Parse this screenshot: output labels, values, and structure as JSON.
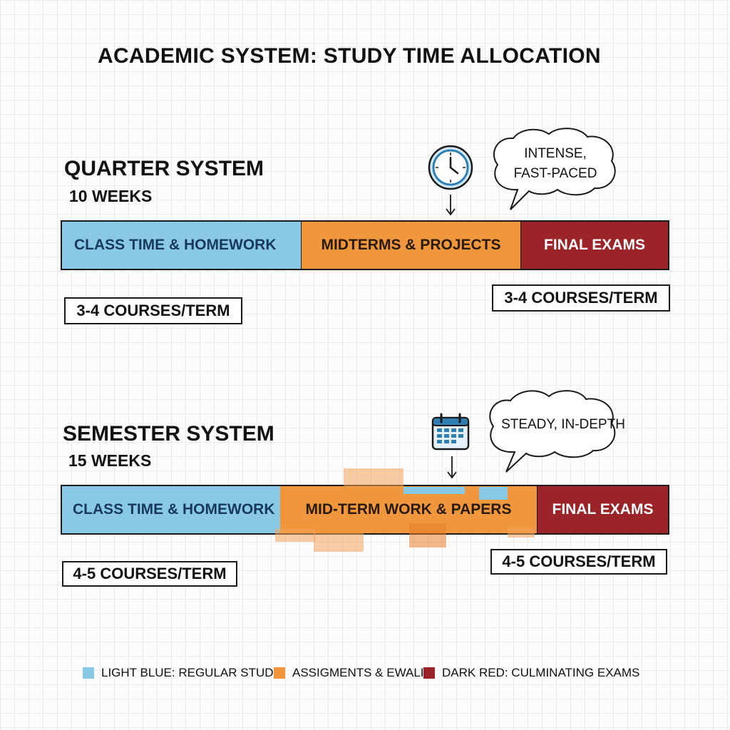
{
  "title": "ACADEMIC SYSTEM: STUDY TIME ALLOCATION",
  "quarter": {
    "name": "QUARTER SYSTEM",
    "duration": "10 WEEKS",
    "segments": {
      "regular": "CLASS TIME & HOMEWORK",
      "middle": "MIDTERMS & PROJECTS",
      "final": "FINAL EXAMS"
    },
    "courses_left": "3-4 COURSES/TERM",
    "courses_right": "3-4 COURSES/TERM",
    "bubble": {
      "line1": "INTENSE,",
      "line2": "FAST-PACED"
    },
    "icon": "clock-icon"
  },
  "semester": {
    "name": "SEMESTER SYSTEM",
    "duration": "15 WEEKS",
    "segments": {
      "regular": "CLASS TIME & HOMEWORK",
      "middle": "MID-TERM WORK & PAPERS",
      "final": "FINAL EXAMS"
    },
    "courses_left": "4-5 COURSES/TERM",
    "courses_right": "4-5 COURSES/TERM",
    "bubble": {
      "line1": "STEADY, IN-DEPTH"
    },
    "icon": "calendar-icon"
  },
  "legend": [
    {
      "label": "LIGHT BLUE: REGULAR STUDY",
      "color": "#8ac8e8"
    },
    {
      "label": "ASSIGMENTS & EWALITI",
      "color": "#f0963c"
    },
    {
      "label": "DARK RED: CULMINATING EXAMS",
      "color": "#9b2428"
    }
  ]
}
